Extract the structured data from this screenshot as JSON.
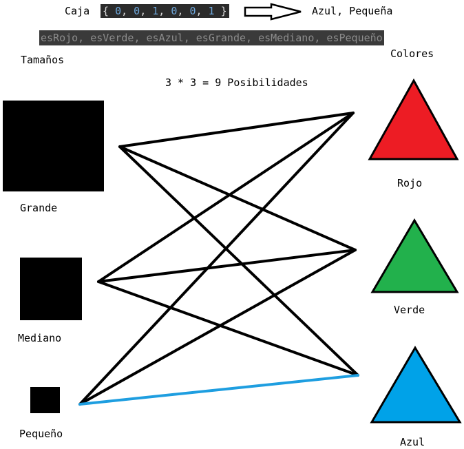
{
  "header": {
    "caja_label": "Caja",
    "brace_open": "{",
    "brace_close": "}",
    "vector": [
      "0",
      "0",
      "1",
      "0",
      "0",
      "1"
    ],
    "result": "Azul, Pequeña",
    "flags": "esRojo, esVerde, esAzul, esGrande, esMediano, esPequeño"
  },
  "titles": {
    "sizes": "Tamaños",
    "colors": "Colores",
    "formula": "3 * 3 = 9 Posibilidades"
  },
  "sizes": [
    {
      "label": "Grande"
    },
    {
      "label": "Mediano"
    },
    {
      "label": "Pequeño"
    }
  ],
  "colors": [
    {
      "label": "Rojo",
      "fill": "#ed1c24"
    },
    {
      "label": "Verde",
      "fill": "#22b14c"
    },
    {
      "label": "Azul",
      "fill": "#00a2e8"
    }
  ],
  "connections": {
    "line_color": "#000000",
    "highlight_color": "#1e9ee0",
    "highlight": {
      "size": "Pequeño",
      "color": "Azul"
    }
  }
}
